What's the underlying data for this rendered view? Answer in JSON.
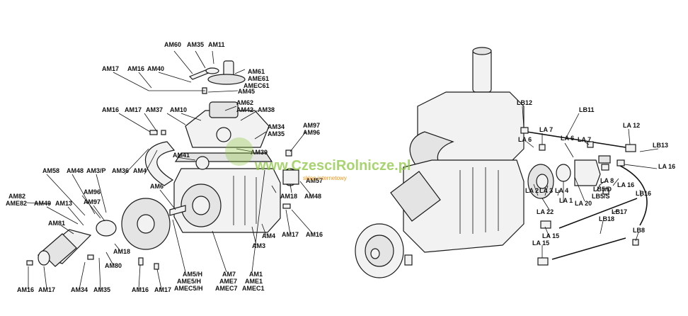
{
  "watermark": {
    "brand": "www.CzesciRolnicze.pl",
    "tagline": "sklep internetowy",
    "brand_color": "#8cc63f",
    "tagline_color": "#f08a00"
  },
  "left_labels": [
    "AM60",
    "AM35",
    "AM11",
    "AM17",
    "AM16",
    "AM40",
    "AM61",
    "AME61",
    "AMEC61",
    "AM45",
    "AM62",
    "AM42",
    "AM38",
    "AM16",
    "AM17",
    "AM37",
    "AM10",
    "AM97",
    "AM96",
    "AM34",
    "AM35",
    "AM39",
    "AM41",
    "AM36",
    "AM4",
    "AM3/P",
    "AM48",
    "AM58",
    "AM96",
    "AM97",
    "AM82",
    "AME82",
    "AM49",
    "AM13",
    "AM81",
    "AM6",
    "AM18",
    "AM48",
    "AM57",
    "AM17",
    "AM16",
    "AM4",
    "AM3",
    "AM18",
    "AM80",
    "AM16",
    "AM17",
    "AM34",
    "AM35",
    "AM16",
    "AM17",
    "AM5/H",
    "AME5/H",
    "AMEC5/H",
    "AM7",
    "AME7",
    "AMEC7",
    "AM1",
    "AME1",
    "AMEC1"
  ],
  "right_labels": [
    "LB12",
    "LB11",
    "LA 7",
    "LA 6",
    "LA 6",
    "LA 7",
    "LA 12",
    "LB13",
    "LA 16",
    "LA 2",
    "LA 3",
    "LA 4",
    "LA 8",
    "LB5/D",
    "LB5/S",
    "LA 16",
    "LA 1",
    "LA 22",
    "LA 20",
    "LB16",
    "LB17",
    "LA 15",
    "LB18",
    "LB8",
    "LA 15"
  ]
}
